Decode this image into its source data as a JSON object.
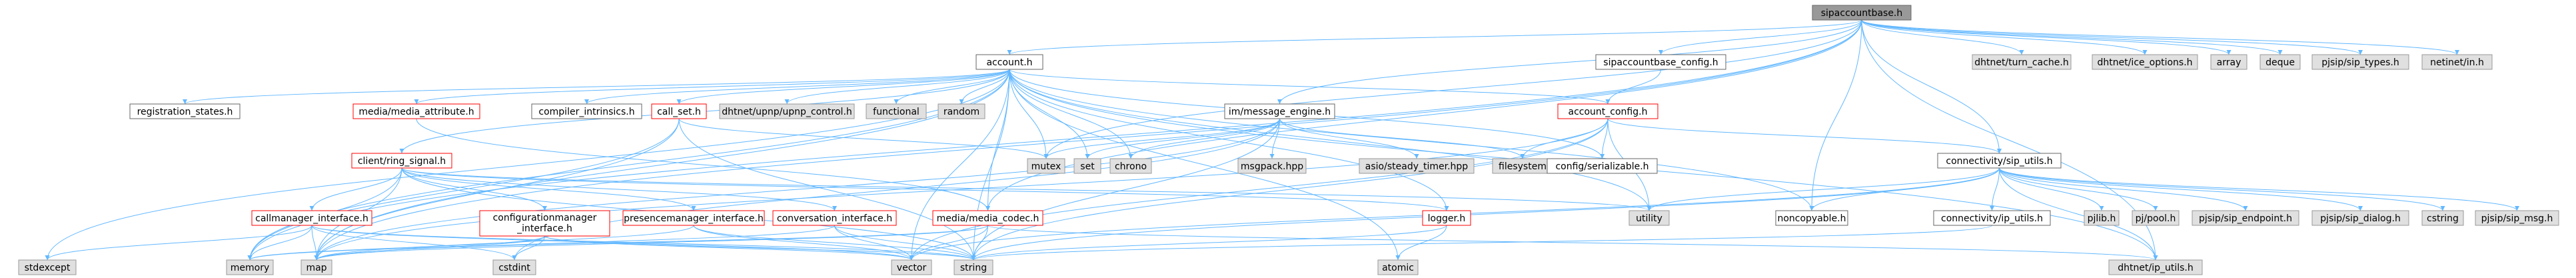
{
  "colors": {
    "edge": "#63b8ff",
    "root_fill": "#999999",
    "root_border": "#666666",
    "normal_fill": "#ffffff",
    "normal_border": "#666666",
    "linked_border": "#ff0000",
    "external_fill": "#e0e0e0",
    "external_border": "#999999",
    "text": "#000000"
  },
  "nodes": [
    {
      "id": "sipaccountbase_h",
      "label": "sipaccountbase.h",
      "style": "root"
    },
    {
      "id": "account_h",
      "label": "account.h",
      "style": "normal"
    },
    {
      "id": "sipaccountbase_config_h",
      "label": "sipaccountbase_config.h",
      "style": "normal"
    },
    {
      "id": "registration_states_h",
      "label": "registration_states.h",
      "style": "normal"
    },
    {
      "id": "media_attribute_h",
      "label": "media/media_attribute.h",
      "style": "linked"
    },
    {
      "id": "compiler_intrinsics_h",
      "label": "compiler_intrinsics.h",
      "style": "normal"
    },
    {
      "id": "call_set_h",
      "label": "call_set.h",
      "style": "linked"
    },
    {
      "id": "upnp_control",
      "label": "dhtnet/upnp/upnp_control.h",
      "style": "external"
    },
    {
      "id": "functional",
      "label": "functional",
      "style": "external"
    },
    {
      "id": "random",
      "label": "random",
      "style": "external"
    },
    {
      "id": "message_engine_h",
      "label": "im/message_engine.h",
      "style": "normal"
    },
    {
      "id": "account_config_h",
      "label": "account_config.h",
      "style": "linked"
    },
    {
      "id": "turn_cache",
      "label": "dhtnet/turn_cache.h",
      "style": "external"
    },
    {
      "id": "ice_options",
      "label": "dhtnet/ice_options.h",
      "style": "external"
    },
    {
      "id": "array",
      "label": "array",
      "style": "external"
    },
    {
      "id": "deque",
      "label": "deque",
      "style": "external"
    },
    {
      "id": "pjsip_types",
      "label": "pjsip/sip_types.h",
      "style": "external"
    },
    {
      "id": "netinet_in",
      "label": "netinet/in.h",
      "style": "external"
    },
    {
      "id": "client_ring_signal_h",
      "label": "client/ring_signal.h",
      "style": "linked"
    },
    {
      "id": "mutex",
      "label": "mutex",
      "style": "external"
    },
    {
      "id": "set",
      "label": "set",
      "style": "external"
    },
    {
      "id": "chrono",
      "label": "chrono",
      "style": "external"
    },
    {
      "id": "msgpack",
      "label": "msgpack.hpp",
      "style": "external"
    },
    {
      "id": "asio_timer",
      "label": "asio/steady_timer.hpp",
      "style": "external"
    },
    {
      "id": "filesystem",
      "label": "filesystem",
      "style": "external"
    },
    {
      "id": "config_serializable_h",
      "label": "config/serializable.h",
      "style": "normal"
    },
    {
      "id": "connectivity_sip_utils_h",
      "label": "connectivity/sip_utils.h",
      "style": "normal"
    },
    {
      "id": "callmanager_interface_h",
      "label": "callmanager_interface.h",
      "style": "linked"
    },
    {
      "id": "configurationmanager_interface_h",
      "label": "configurationmanager_interface.h",
      "style": "linked"
    },
    {
      "id": "presencemanager_interface_h",
      "label": "presencemanager_interface.h",
      "style": "linked"
    },
    {
      "id": "conversation_interface_h",
      "label": "conversation_interface.h",
      "style": "linked"
    },
    {
      "id": "media_codec_h",
      "label": "media/media_codec.h",
      "style": "linked"
    },
    {
      "id": "logger_h",
      "label": "logger.h",
      "style": "linked"
    },
    {
      "id": "utility",
      "label": "utility",
      "style": "external"
    },
    {
      "id": "noncopyable_h",
      "label": "noncopyable.h",
      "style": "normal"
    },
    {
      "id": "connectivity_ip_utils_h",
      "label": "connectivity/ip_utils.h",
      "style": "normal"
    },
    {
      "id": "pjlib",
      "label": "pjlib.h",
      "style": "external"
    },
    {
      "id": "pjpool",
      "label": "pj/pool.h",
      "style": "external"
    },
    {
      "id": "sip_endpoint",
      "label": "pjsip/sip_endpoint.h",
      "style": "external"
    },
    {
      "id": "sip_dialog",
      "label": "pjsip/sip_dialog.h",
      "style": "external"
    },
    {
      "id": "cstring",
      "label": "cstring",
      "style": "external"
    },
    {
      "id": "sip_msg",
      "label": "pjsip/sip_msg.h",
      "style": "external"
    },
    {
      "id": "stdexcept",
      "label": "stdexcept",
      "style": "external"
    },
    {
      "id": "memory",
      "label": "memory",
      "style": "external"
    },
    {
      "id": "map",
      "label": "map",
      "style": "external"
    },
    {
      "id": "cstdint",
      "label": "cstdint",
      "style": "external"
    },
    {
      "id": "vector",
      "label": "vector",
      "style": "external"
    },
    {
      "id": "string",
      "label": "string",
      "style": "external"
    },
    {
      "id": "atomic",
      "label": "atomic",
      "style": "external"
    },
    {
      "id": "ip_utils_dht",
      "label": "dhtnet/ip_utils.h",
      "style": "external"
    }
  ],
  "edges": [
    [
      "sipaccountbase_h",
      "account_h"
    ],
    [
      "sipaccountbase_h",
      "sipaccountbase_config_h"
    ],
    [
      "sipaccountbase_h",
      "message_engine_h"
    ],
    [
      "sipaccountbase_h",
      "connectivity_sip_utils_h"
    ],
    [
      "sipaccountbase_h",
      "noncopyable_h"
    ],
    [
      "sipaccountbase_h",
      "turn_cache"
    ],
    [
      "sipaccountbase_h",
      "ice_options"
    ],
    [
      "sipaccountbase_h",
      "array"
    ],
    [
      "sipaccountbase_h",
      "deque"
    ],
    [
      "sipaccountbase_h",
      "pjsip_types"
    ],
    [
      "sipaccountbase_h",
      "netinet_in"
    ],
    [
      "sipaccountbase_h",
      "map"
    ],
    [
      "sipaccountbase_h",
      "memory"
    ],
    [
      "sipaccountbase_h",
      "mutex"
    ],
    [
      "sipaccountbase_h",
      "ip_utils_dht"
    ],
    [
      "sipaccountbase_h",
      "media_codec_h"
    ],
    [
      "account_h",
      "registration_states_h"
    ],
    [
      "account_h",
      "media_attribute_h"
    ],
    [
      "account_h",
      "compiler_intrinsics_h"
    ],
    [
      "account_h",
      "call_set_h"
    ],
    [
      "account_h",
      "upnp_control"
    ],
    [
      "account_h",
      "functional"
    ],
    [
      "account_h",
      "random"
    ],
    [
      "account_h",
      "account_config_h"
    ],
    [
      "account_h",
      "client_ring_signal_h"
    ],
    [
      "account_h",
      "mutex"
    ],
    [
      "account_h",
      "set"
    ],
    [
      "account_h",
      "chrono"
    ],
    [
      "account_h",
      "config_serializable_h"
    ],
    [
      "account_h",
      "noncopyable_h"
    ],
    [
      "account_h",
      "string"
    ],
    [
      "account_h",
      "vector"
    ],
    [
      "account_h",
      "memory"
    ],
    [
      "account_h",
      "map"
    ],
    [
      "account_h",
      "stdexcept"
    ],
    [
      "account_h",
      "atomic"
    ],
    [
      "account_h",
      "ip_utils_dht"
    ],
    [
      "account_h",
      "media_codec_h"
    ],
    [
      "account_h",
      "logger_h"
    ],
    [
      "account_h",
      "utility"
    ],
    [
      "sipaccountbase_config_h",
      "account_config_h"
    ],
    [
      "media_attribute_h",
      "media_codec_h"
    ],
    [
      "call_set_h",
      "mutex"
    ],
    [
      "call_set_h",
      "string"
    ],
    [
      "call_set_h",
      "memory"
    ],
    [
      "call_set_h",
      "map"
    ],
    [
      "message_engine_h",
      "mutex"
    ],
    [
      "message_engine_h",
      "set"
    ],
    [
      "message_engine_h",
      "chrono"
    ],
    [
      "message_engine_h",
      "msgpack"
    ],
    [
      "message_engine_h",
      "asio_timer"
    ],
    [
      "message_engine_h",
      "filesystem"
    ],
    [
      "message_engine_h",
      "string"
    ],
    [
      "message_engine_h",
      "map"
    ],
    [
      "message_engine_h",
      "cstdint"
    ],
    [
      "account_config_h",
      "config_serializable_h"
    ],
    [
      "account_config_h",
      "connectivity_sip_utils_h"
    ],
    [
      "account_config_h",
      "filesystem"
    ],
    [
      "account_config_h",
      "utility"
    ],
    [
      "account_config_h",
      "string"
    ],
    [
      "account_config_h",
      "vector"
    ],
    [
      "account_config_h",
      "map"
    ],
    [
      "client_ring_signal_h",
      "callmanager_interface_h"
    ],
    [
      "client_ring_signal_h",
      "configurationmanager_interface_h"
    ],
    [
      "client_ring_signal_h",
      "presencemanager_interface_h"
    ],
    [
      "client_ring_signal_h",
      "conversation_interface_h"
    ],
    [
      "client_ring_signal_h",
      "logger_h"
    ],
    [
      "client_ring_signal_h",
      "utility"
    ],
    [
      "client_ring_signal_h",
      "map"
    ],
    [
      "client_ring_signal_h",
      "memory"
    ],
    [
      "client_ring_signal_h",
      "string"
    ],
    [
      "callmanager_interface_h",
      "map"
    ],
    [
      "callmanager_interface_h",
      "memory"
    ],
    [
      "callmanager_interface_h",
      "vector"
    ],
    [
      "callmanager_interface_h",
      "string"
    ],
    [
      "callmanager_interface_h",
      "cstdint"
    ],
    [
      "callmanager_interface_h",
      "stdexcept"
    ],
    [
      "configurationmanager_interface_h",
      "map"
    ],
    [
      "configurationmanager_interface_h",
      "memory"
    ],
    [
      "configurationmanager_interface_h",
      "vector"
    ],
    [
      "configurationmanager_interface_h",
      "string"
    ],
    [
      "configurationmanager_interface_h",
      "cstdint"
    ],
    [
      "presencemanager_interface_h",
      "vector"
    ],
    [
      "presencemanager_interface_h",
      "map"
    ],
    [
      "presencemanager_interface_h",
      "string"
    ],
    [
      "conversation_interface_h",
      "vector"
    ],
    [
      "conversation_interface_h",
      "map"
    ],
    [
      "conversation_interface_h",
      "string"
    ],
    [
      "media_codec_h",
      "string"
    ],
    [
      "media_codec_h",
      "vector"
    ],
    [
      "media_codec_h",
      "memory"
    ],
    [
      "media_codec_h",
      "map"
    ],
    [
      "media_codec_h",
      "ip_utils_dht"
    ],
    [
      "logger_h",
      "string"
    ],
    [
      "logger_h",
      "atomic"
    ],
    [
      "connectivity_sip_utils_h",
      "connectivity_ip_utils_h"
    ],
    [
      "connectivity_sip_utils_h",
      "noncopyable_h"
    ],
    [
      "connectivity_sip_utils_h",
      "utility"
    ],
    [
      "connectivity_sip_utils_h",
      "pjlib"
    ],
    [
      "connectivity_sip_utils_h",
      "pjpool"
    ],
    [
      "connectivity_sip_utils_h",
      "sip_endpoint"
    ],
    [
      "connectivity_sip_utils_h",
      "sip_dialog"
    ],
    [
      "connectivity_sip_utils_h",
      "cstring"
    ],
    [
      "connectivity_sip_utils_h",
      "sip_msg"
    ],
    [
      "connectivity_sip_utils_h",
      "string"
    ],
    [
      "connectivity_sip_utils_h",
      "vector"
    ],
    [
      "connectivity_sip_utils_h",
      "ip_utils_dht"
    ],
    [
      "connectivity_ip_utils_h",
      "string"
    ]
  ]
}
